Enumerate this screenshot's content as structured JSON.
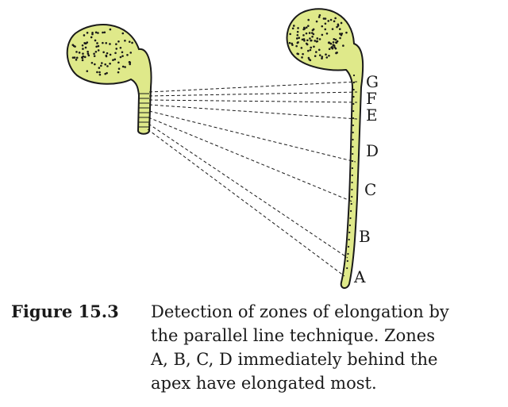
{
  "zones": [
    "G",
    "F",
    "E",
    "D",
    "C",
    "B",
    "A"
  ],
  "colors": {
    "seedling_fill": "#dfe98a",
    "stroke": "#1a1a1a"
  },
  "caption": {
    "label": "Figure 15.3",
    "lines": [
      "Detection of zones of elongation by",
      "the parallel line technique. Zones",
      "A, B, C, D immediately behind the",
      "apex have elongated most."
    ]
  }
}
